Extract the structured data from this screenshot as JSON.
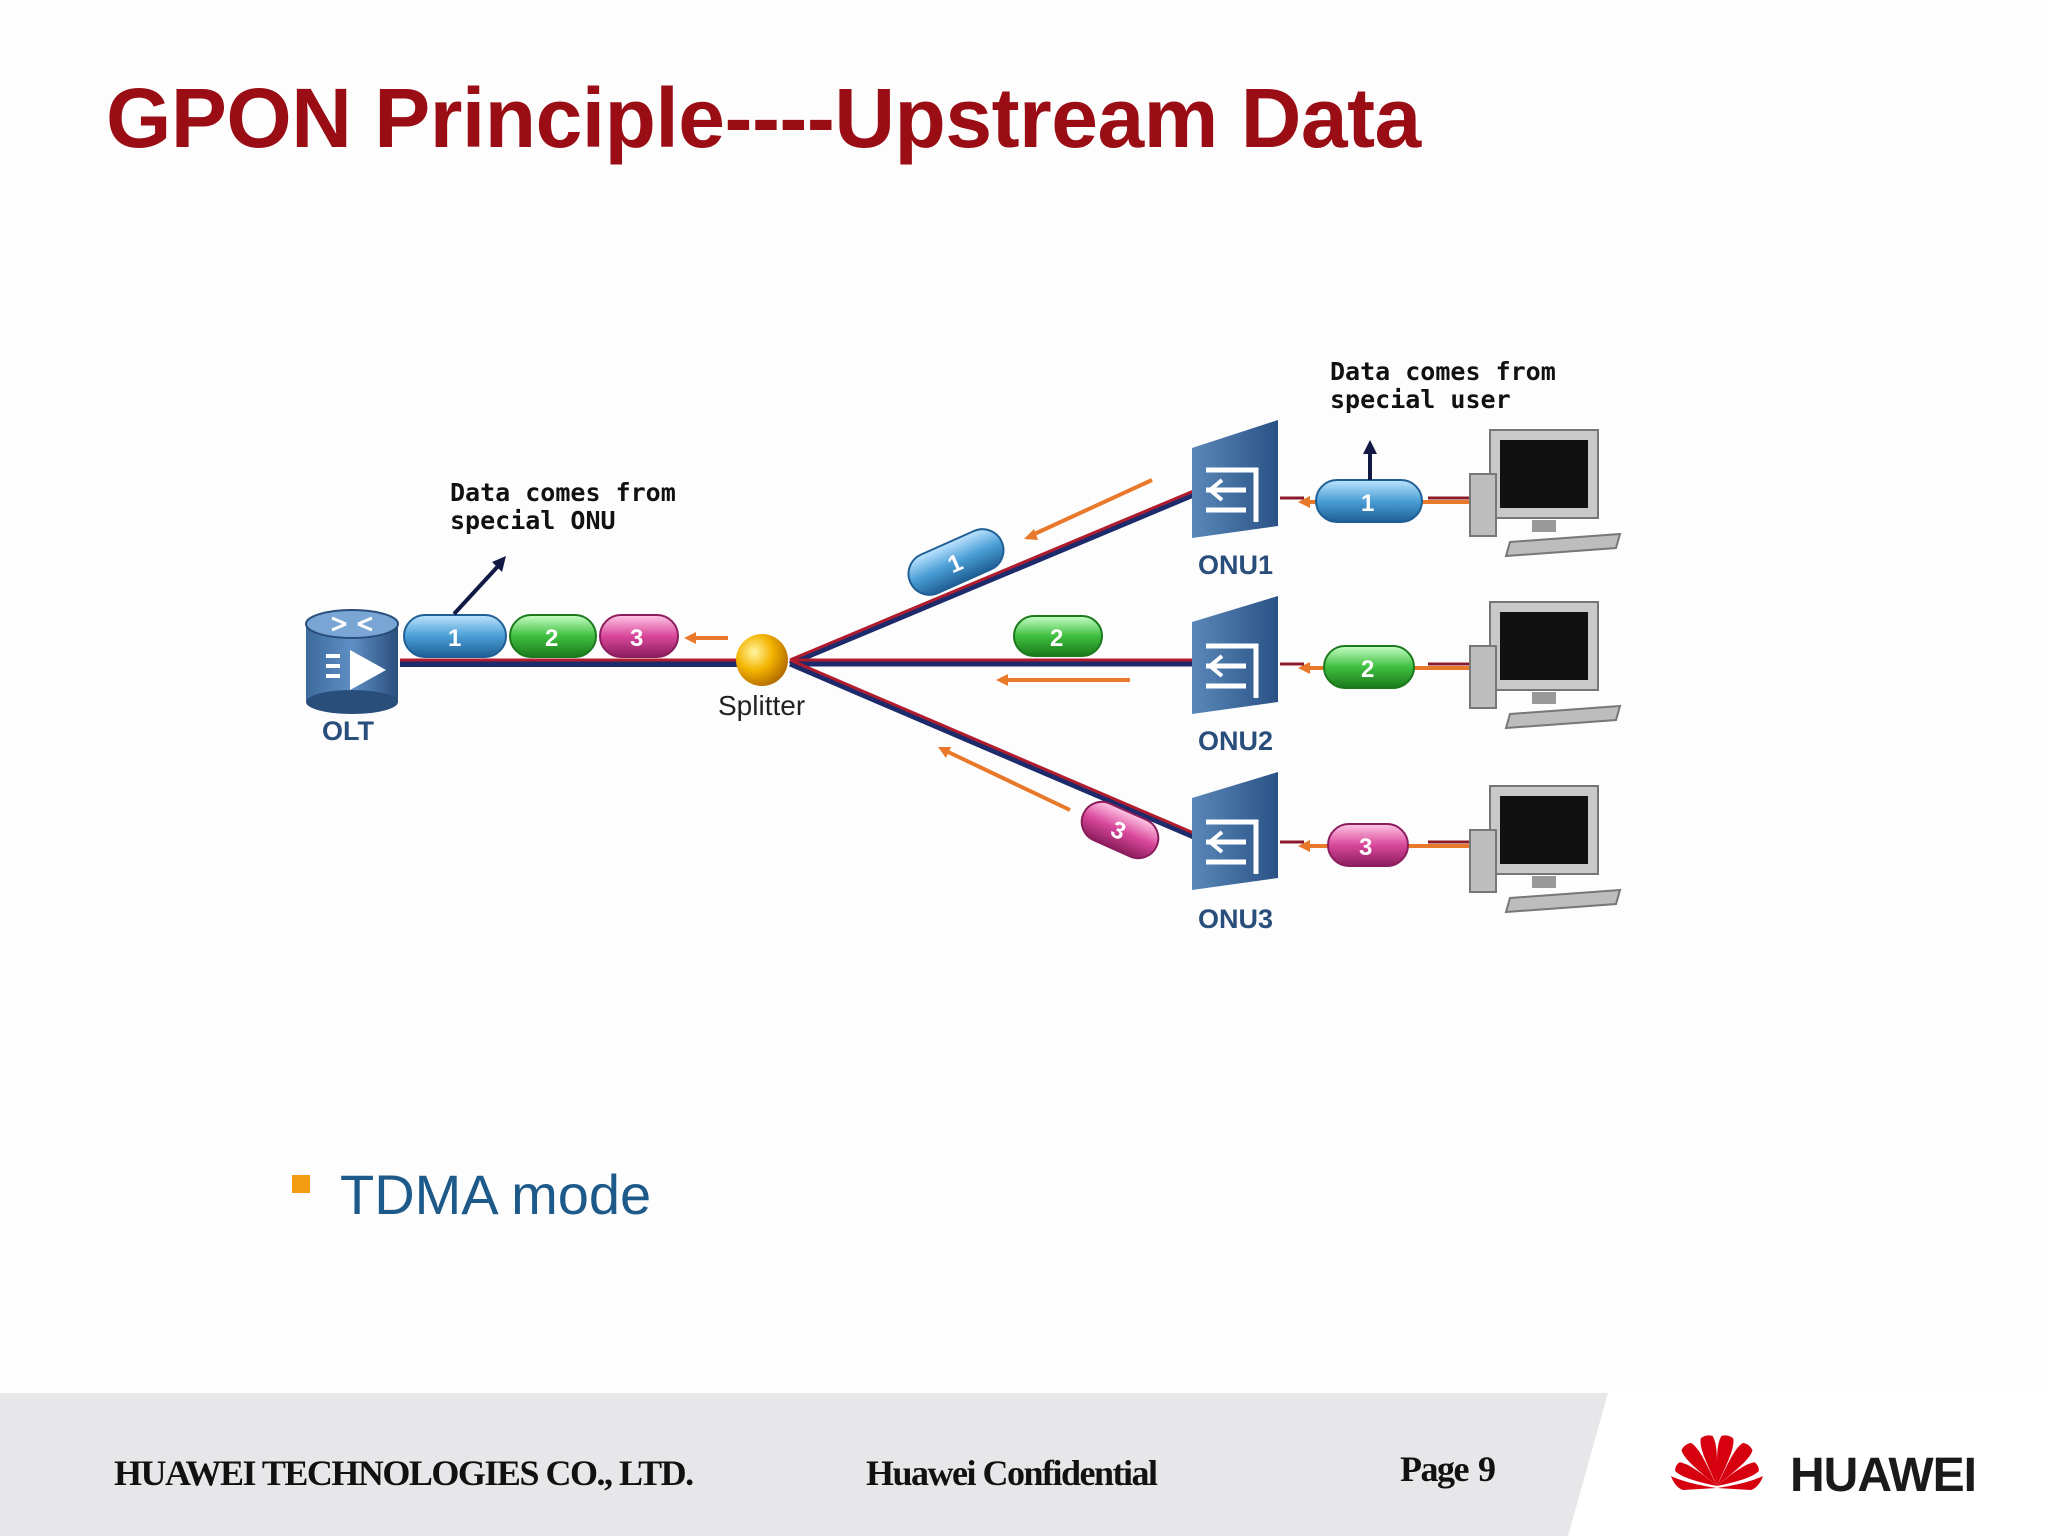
{
  "slide": {
    "title": "GPON Principle----Upstream Data",
    "bullets": [
      "TDMA mode"
    ]
  },
  "diagram": {
    "olt_label": "OLT",
    "splitter_label": "Splitter",
    "onu_labels": [
      "ONU1",
      "ONU2",
      "ONU3"
    ],
    "annotation_onu": [
      "Data comes from",
      "special ONU"
    ],
    "annotation_user": [
      "Data comes from",
      "special user"
    ],
    "packet_labels": [
      "1",
      "2",
      "3"
    ],
    "colors": {
      "packet_1": "#4a9fd6",
      "packet_2": "#3fbf3f",
      "packet_3": "#d9489b",
      "fiber": "#8b1a2b",
      "arrow": "#e8792b"
    }
  },
  "footer": {
    "company": "HUAWEI TECHNOLOGIES CO., LTD.",
    "confidential": "Huawei Confidential",
    "page_label": "Page",
    "page_number": "9",
    "brand": "HUAWEI"
  }
}
